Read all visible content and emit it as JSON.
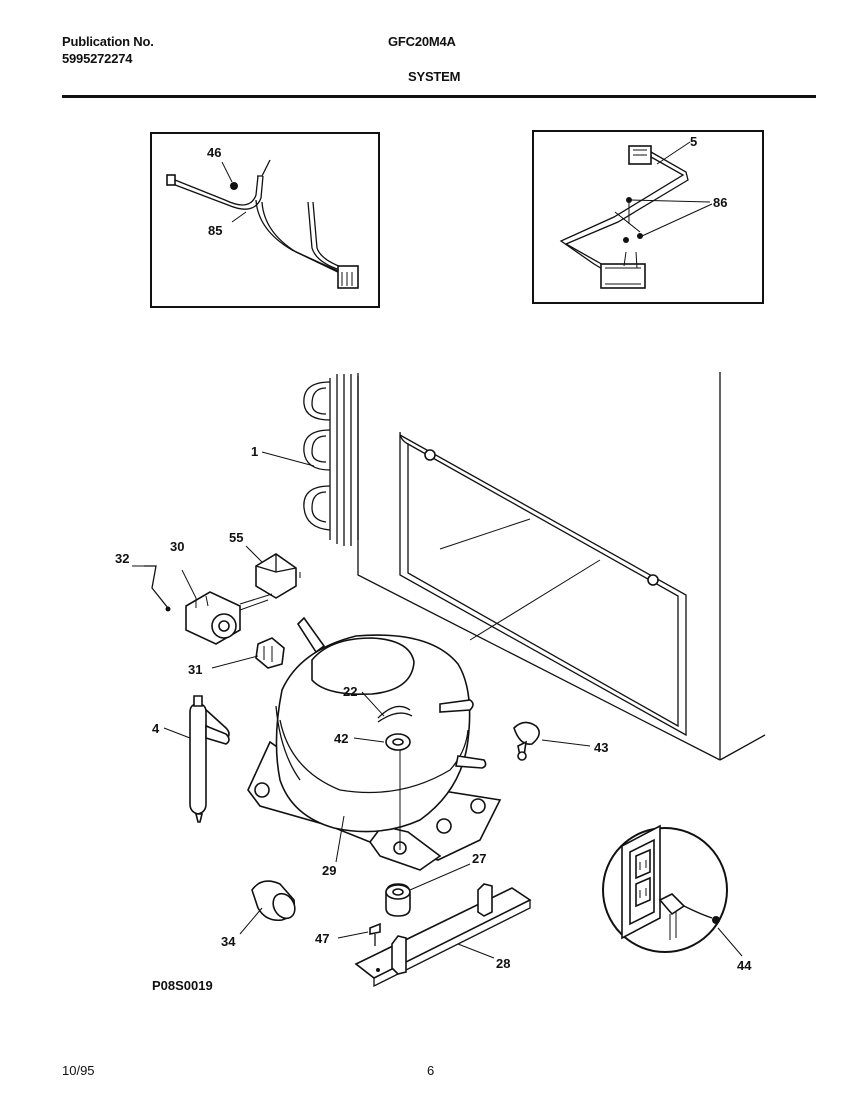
{
  "header": {
    "publication_label": "Publication No.",
    "publication_number": "5995272274",
    "model": "GFC20M4A",
    "section": "SYSTEM"
  },
  "callouts": {
    "c46": "46",
    "c85": "85",
    "c5": "5",
    "c86": "86",
    "c1": "1",
    "c30": "30",
    "c55": "55",
    "c32": "32",
    "c31": "31",
    "c22": "22",
    "c42": "42",
    "c4": "4",
    "c43": "43",
    "c29": "29",
    "c27": "27",
    "c34": "34",
    "c47": "47",
    "c28": "28",
    "c44": "44"
  },
  "figure_code": "P08S0019",
  "footer": {
    "date": "10/95",
    "page": "6"
  }
}
